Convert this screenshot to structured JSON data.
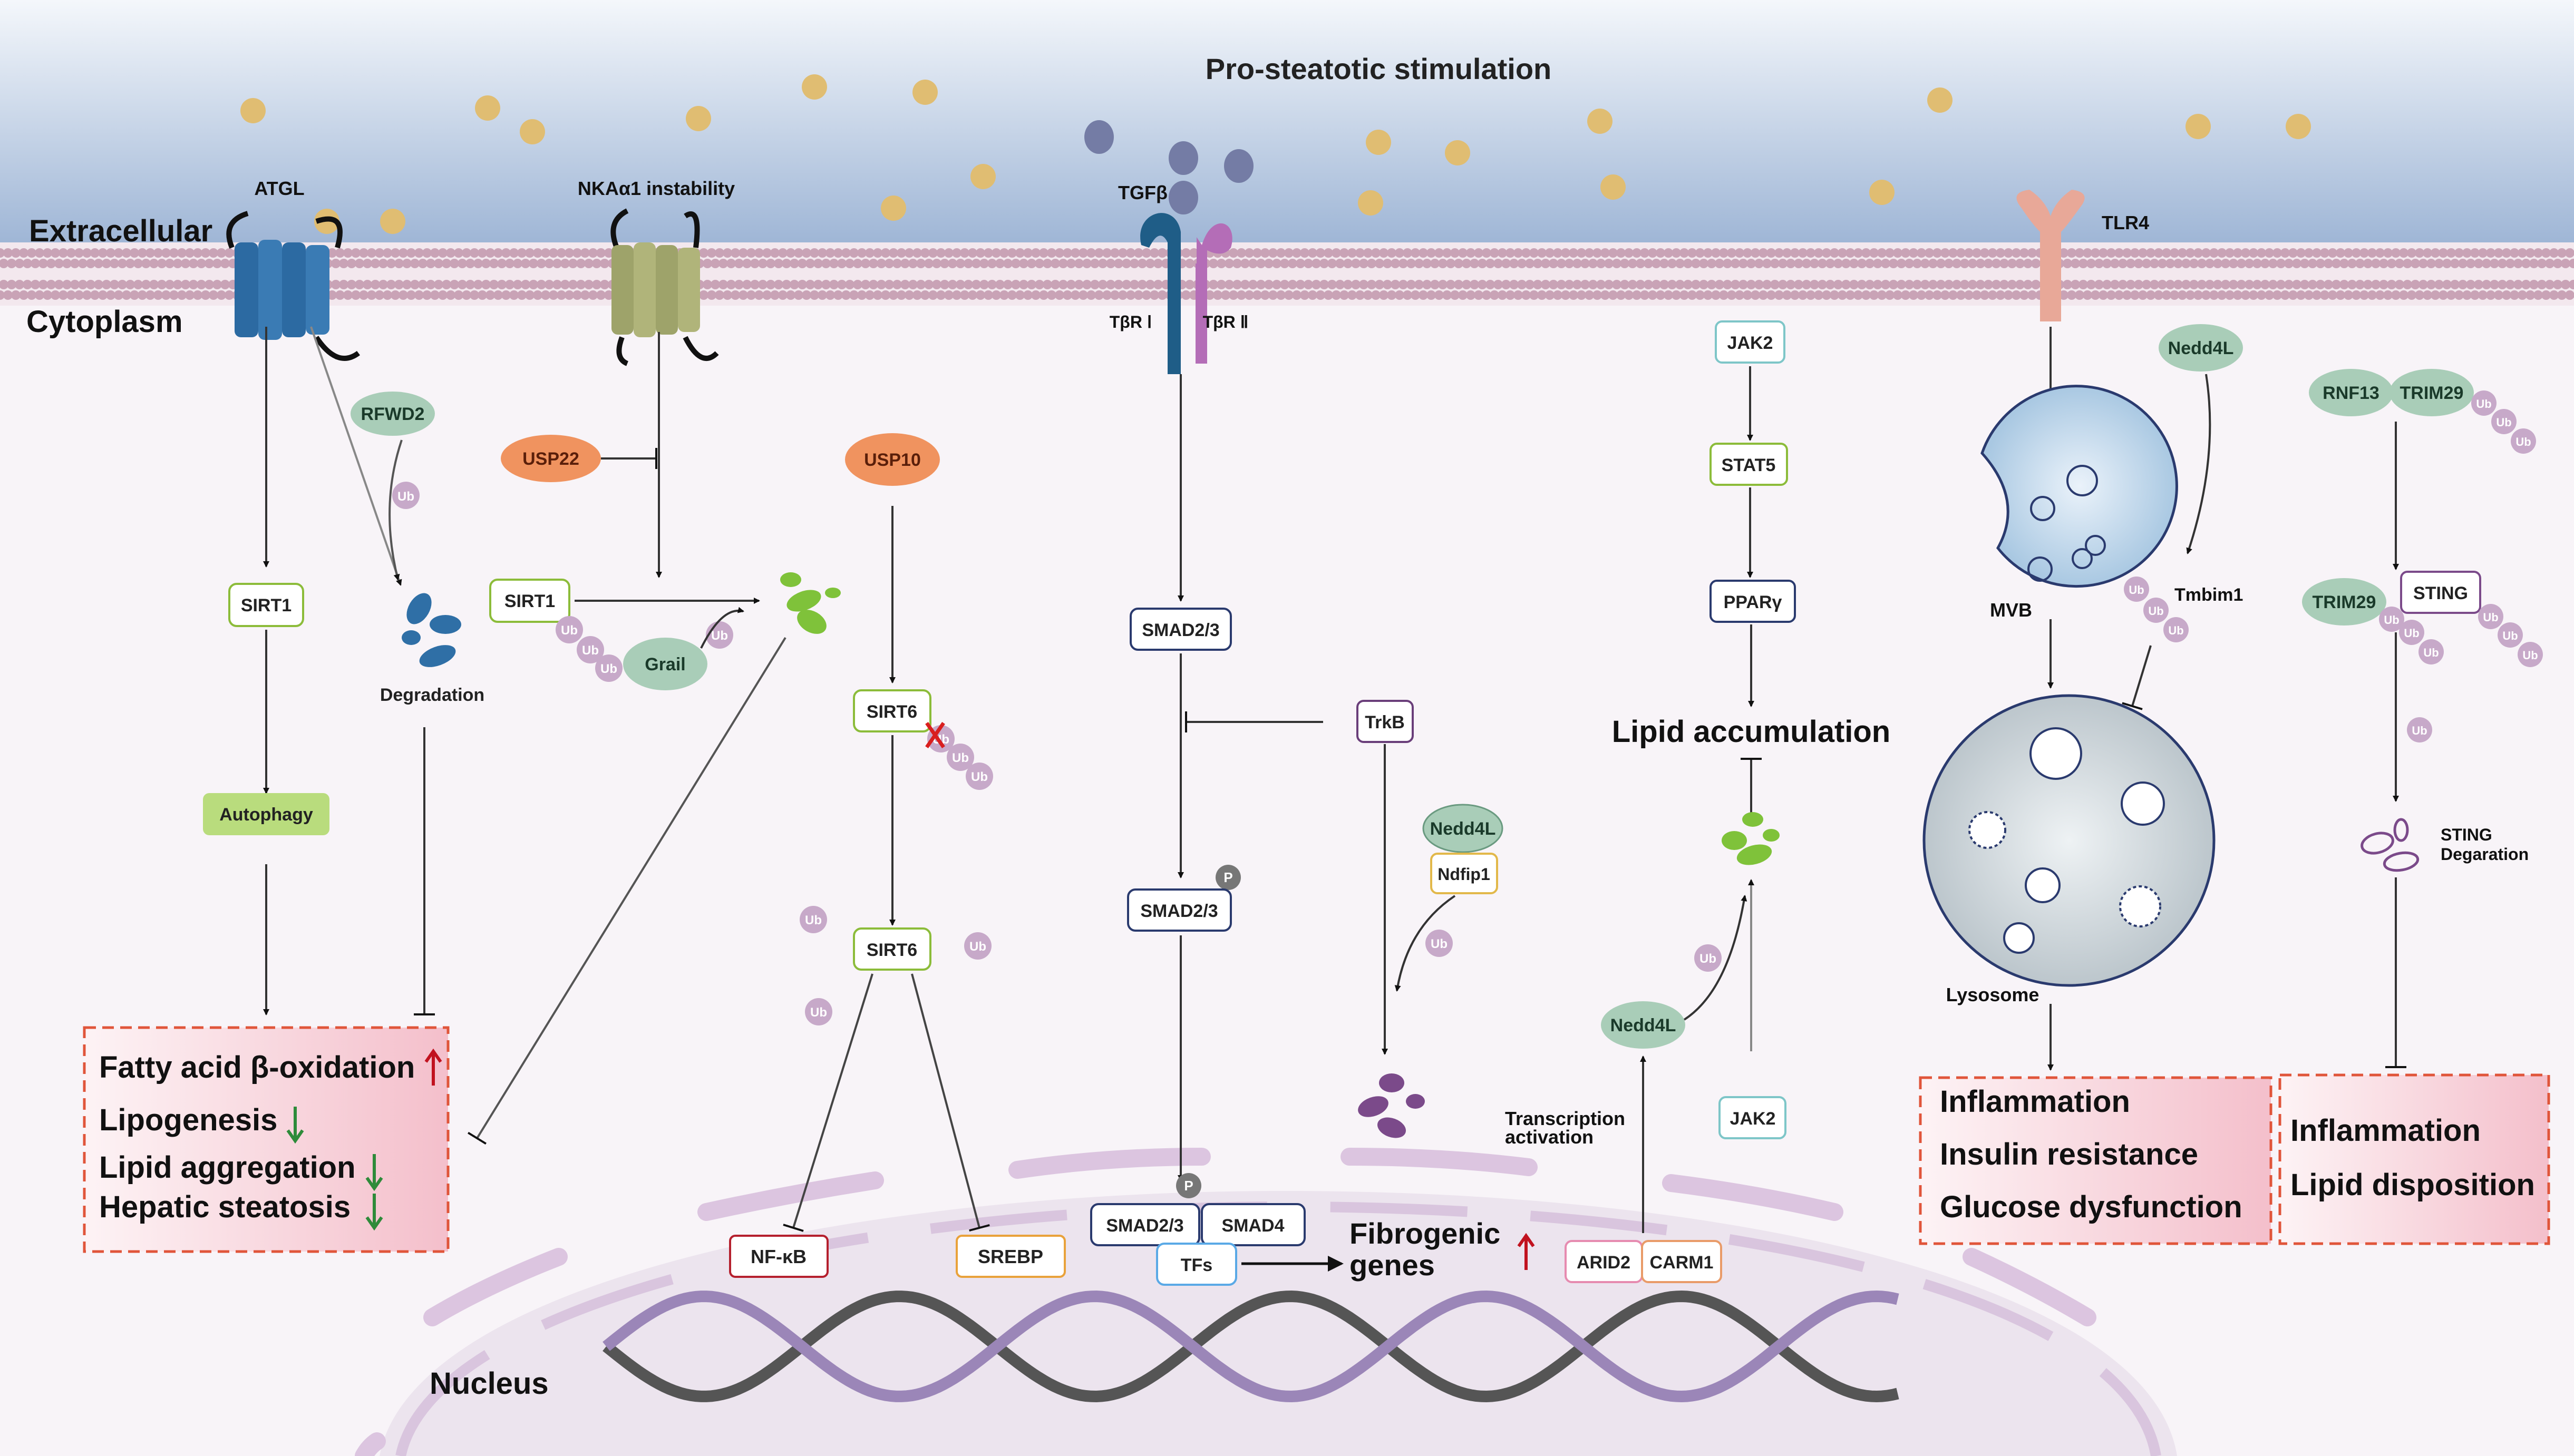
{
  "title": "Pro-steatotic stimulation",
  "regions": {
    "extracellular": "Extracellular",
    "cytoplasm": "Cytoplasm",
    "nucleus": "Nucleus"
  },
  "p1": {
    "atgl": "ATGL",
    "rfwd2": "RFWD2",
    "sirt1": "SIRT1",
    "degradation": "Degradation",
    "autophagy": "Autophagy",
    "outcomes": [
      "Fatty acid β-oxidation",
      "Lipogenesis",
      "Lipid aggregation",
      "Hepatic steatosis"
    ]
  },
  "p2": {
    "nka": "NKAα1 instability",
    "usp22": "USP22",
    "sirt1": "SIRT1",
    "grail": "Grail"
  },
  "p3": {
    "usp10": "USP10",
    "sirt6_a": "SIRT6",
    "sirt6_b": "SIRT6",
    "nfkb": "NF-κB",
    "srebp": "SREBP"
  },
  "p4": {
    "tgfb": "TGFβ",
    "tbr1": "TβR Ⅰ",
    "tbr2": "TβR Ⅱ",
    "smad23_a": "SMAD2/3",
    "smad23_b": "SMAD2/3",
    "trkb": "TrkB",
    "nedd4l": "Nedd4L",
    "ndfip1": "Ndfip1",
    "smad23_c": "SMAD2/3",
    "smad4": "SMAD4",
    "tfs": "TFs",
    "fibrogenic_1": "Fibrogenic",
    "fibrogenic_2": "genes"
  },
  "p5": {
    "jak2_a": "JAK2",
    "stat5": "STAT5",
    "ppar": "PPARγ",
    "lipid": "Lipid accumulation",
    "nedd4l": "Nedd4L",
    "jak2_b": "JAK2",
    "trans_1": "Transcription",
    "trans_2": "activation",
    "arid2": "ARID2",
    "carm1": "CARM1"
  },
  "p6": {
    "tlr4": "TLR4",
    "nedd4l": "Nedd4L",
    "mvb": "MVB",
    "tmbim1": "Tmbim1",
    "lysosome": "Lysosome",
    "outcomes": [
      "Inflammation",
      "Insulin resistance",
      "Glucose dysfunction"
    ]
  },
  "p7": {
    "rnf13": "RNF13",
    "trim29_a": "TRIM29",
    "trim29_b": "TRIM29",
    "sting": "STING",
    "sting_deg_1": "STING",
    "sting_deg_2": "Degaration",
    "outcomes": [
      "Inflammation",
      "Lipid disposition"
    ]
  },
  "ub": "Ub",
  "p": "P",
  "colors": {
    "sky_top": "#9fb6d6",
    "membrane": "#c9a3b6",
    "cytoplasm": "#f8f4f8",
    "nucleus": "#ece4ee",
    "lipid_droplet": "#e0bd72",
    "green_box": "#8cbc3a",
    "smad_border": "#2a3a6e",
    "teal_oval": "#a9cdb8",
    "orange_oval": "#f0935f",
    "outcome_fill": "#f6ccd6",
    "outcome_border": "#e0553a"
  }
}
